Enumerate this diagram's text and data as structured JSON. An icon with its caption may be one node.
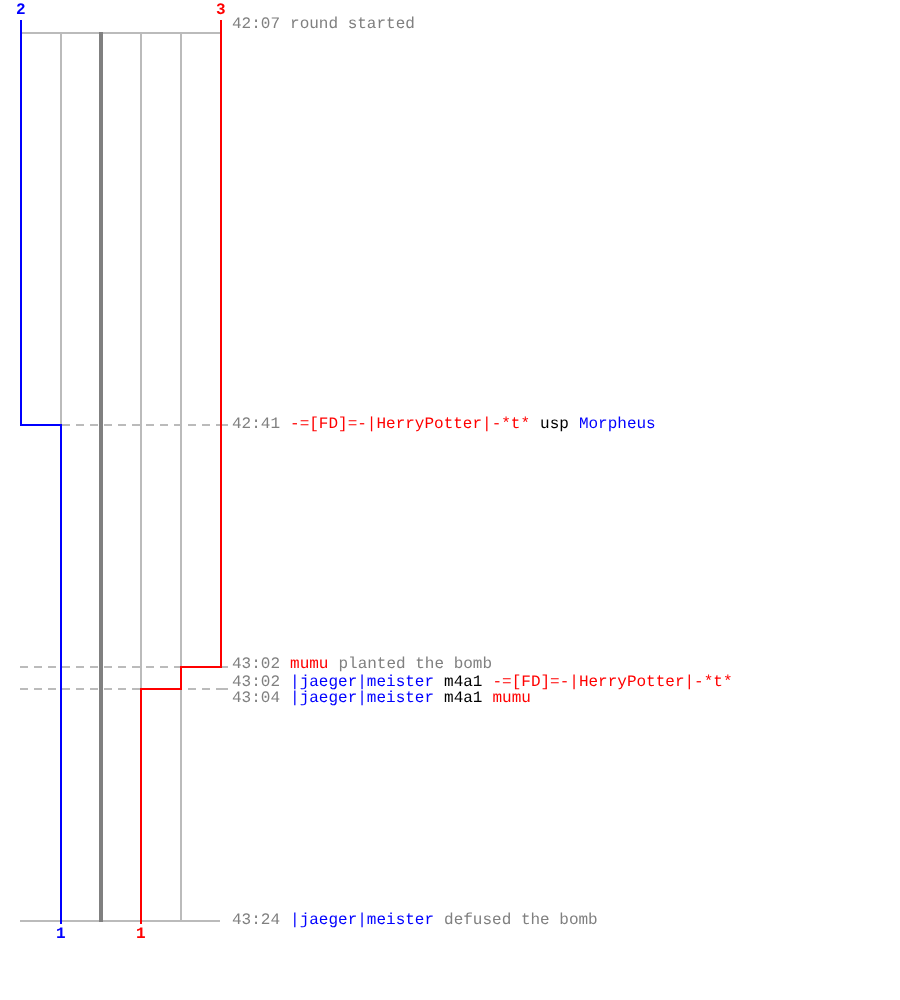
{
  "diagram": {
    "labels": [
      "2",
      "3",
      "42:07",
      "round started",
      "42:41",
      "-=[FD]=-|HerryPotter|-*t*",
      "usp",
      "Morpheus",
      "43:02",
      "mumu",
      "planted the bomb",
      "43:02",
      "|jaeger|meister",
      "m4a1",
      "-=[FD]=-|HerryPotter|-*t*",
      "43:04",
      "|jaeger|meister",
      "m4a1",
      "mumu",
      "43:24",
      "|jaeger|meister",
      "defused the bomb",
      "1",
      "1"
    ]
  }
}
